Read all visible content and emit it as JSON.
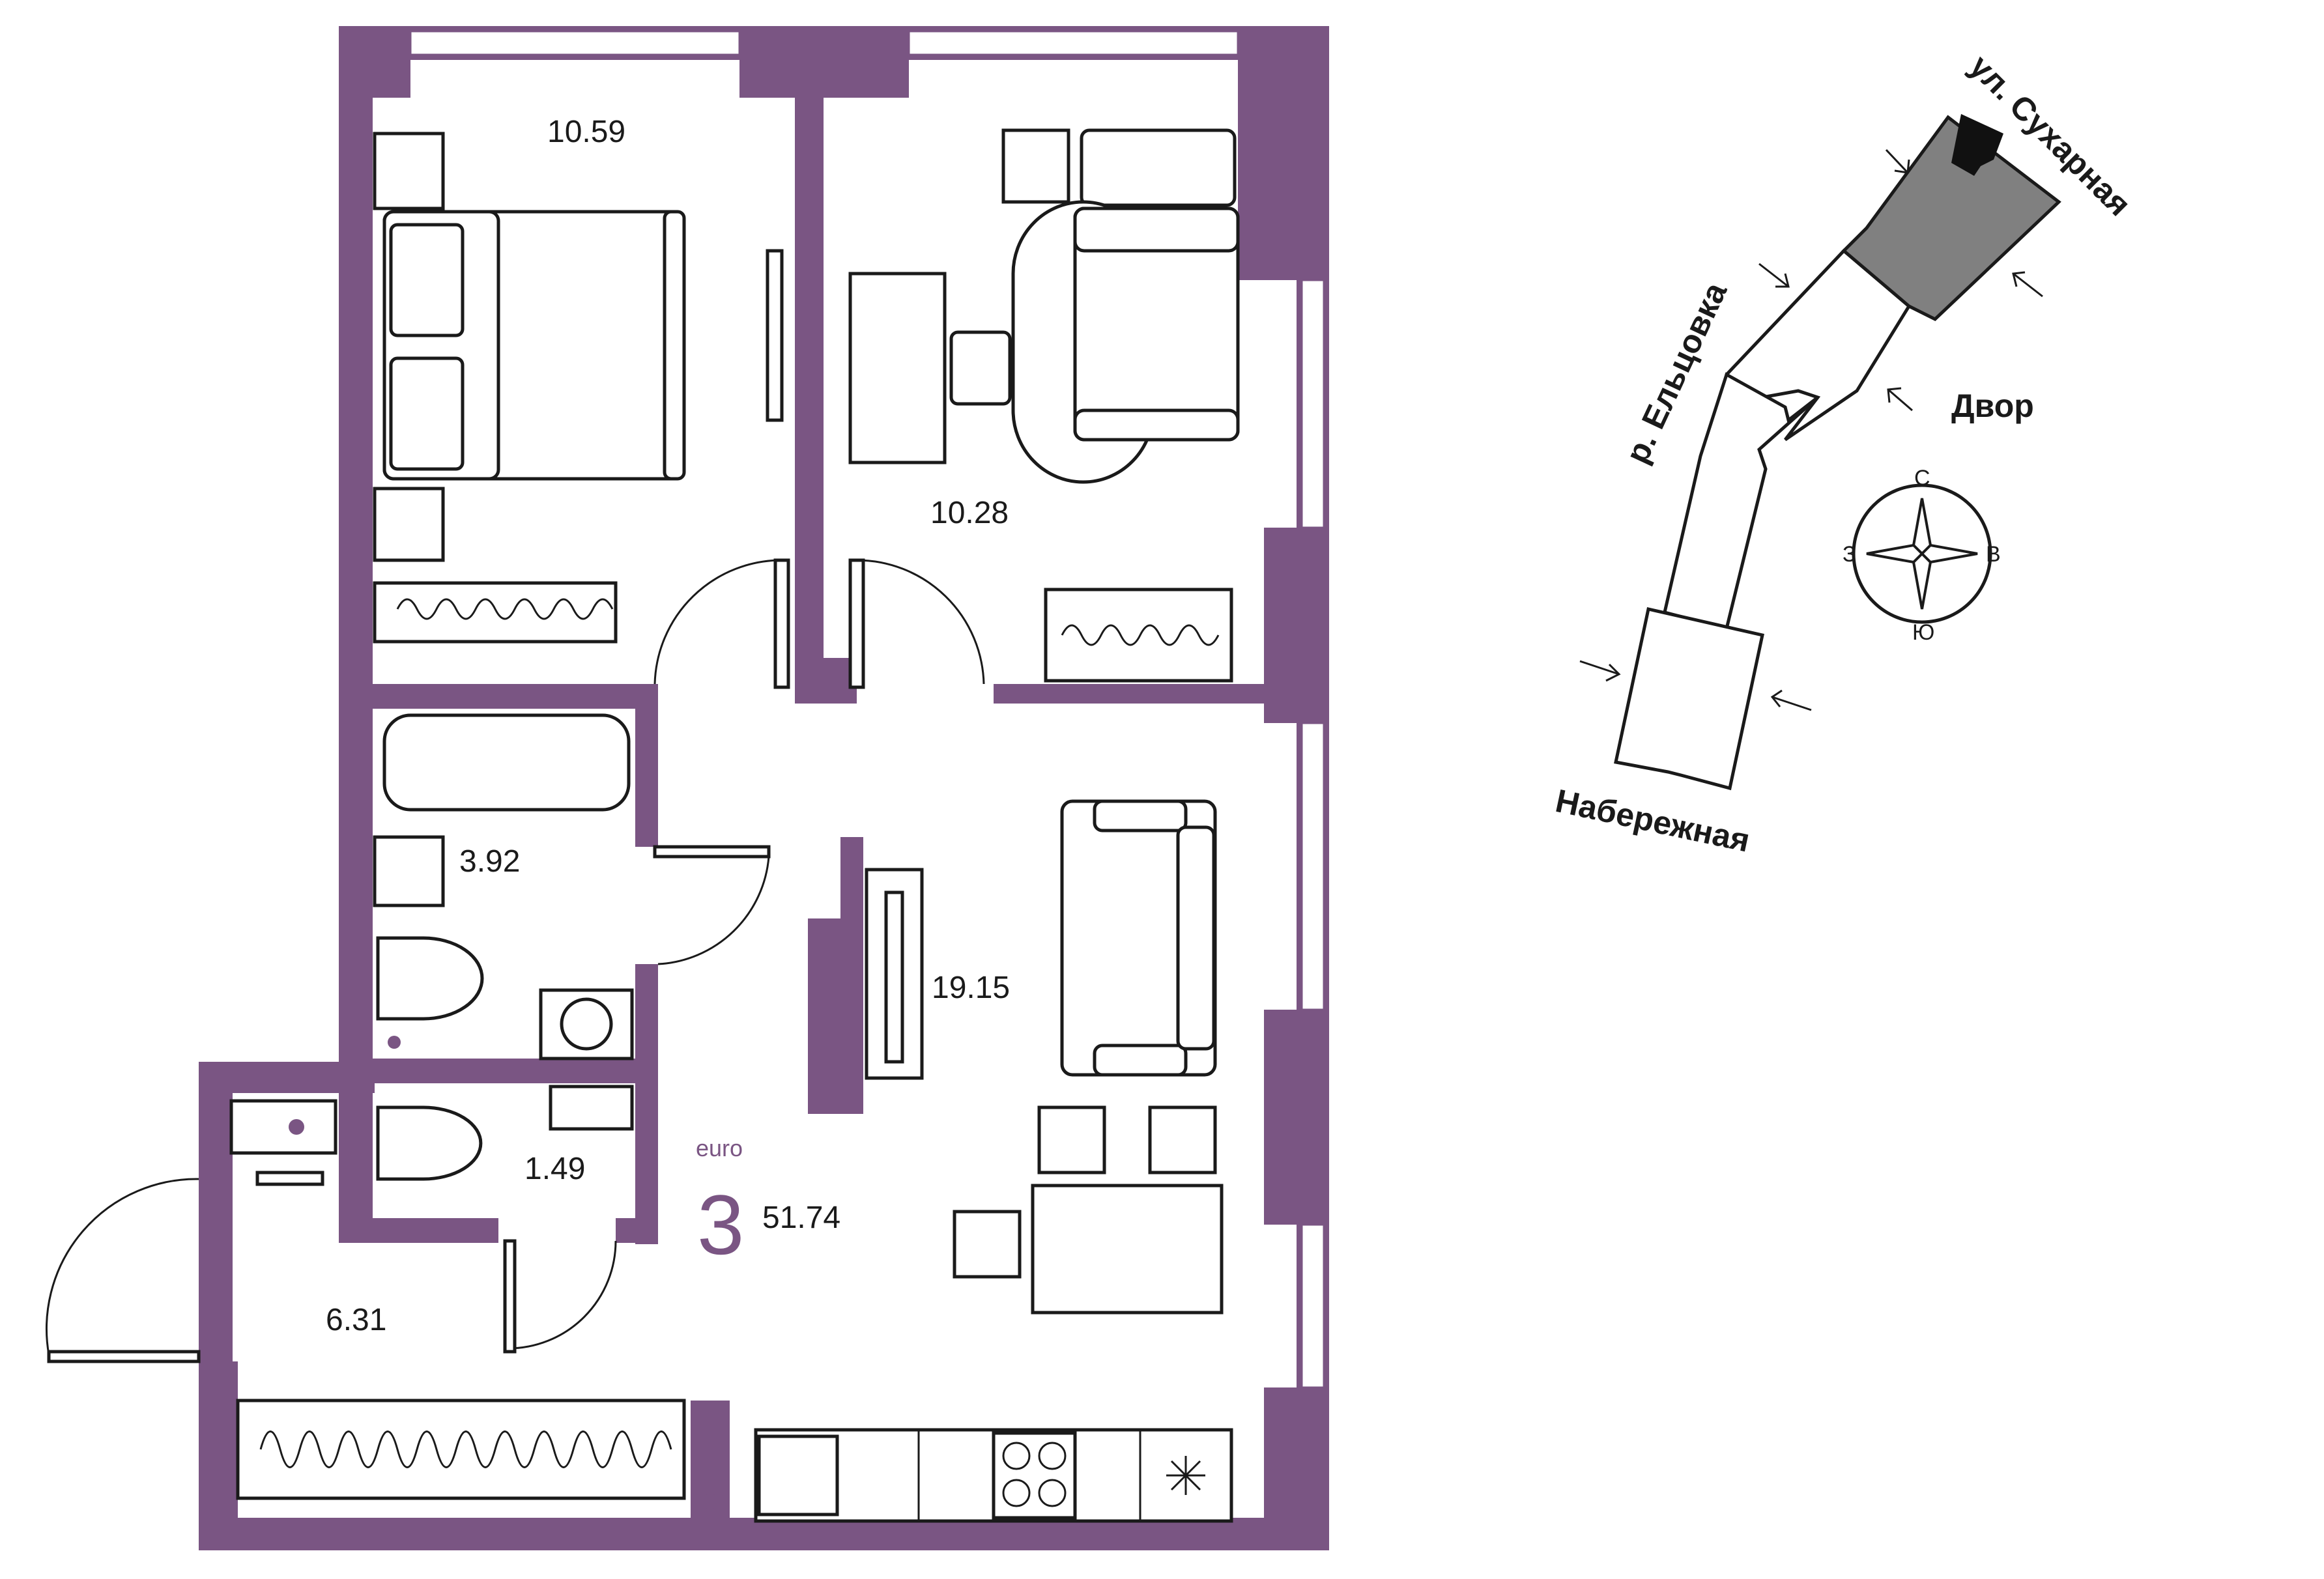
{
  "rooms": [
    {
      "area": "10.59"
    },
    {
      "area": "10.28"
    },
    {
      "area": "3.92"
    },
    {
      "area": "19.15"
    },
    {
      "area": "1.49"
    },
    {
      "area": "6.31"
    }
  ],
  "apartment": {
    "type_label": "euro",
    "rooms_count": "3",
    "total_area": "51.74"
  },
  "site_plan": {
    "streets": [
      "ул. Сухарная",
      "р. Ельцовка",
      "Двор",
      "Набережная"
    ]
  },
  "compass": {
    "north": "С",
    "south": "Ю",
    "west": "З",
    "east": "В"
  },
  "colors": {
    "wall": "#7a5583",
    "highlighted_section": "#808080",
    "text": "#1a1a1a"
  }
}
